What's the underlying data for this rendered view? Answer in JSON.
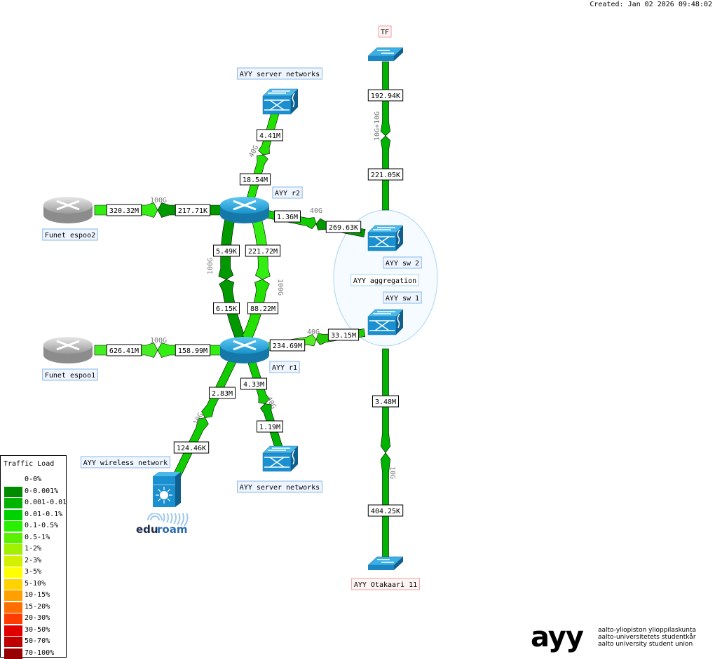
{
  "header": {
    "created": "Created: Jan 02 2026 09:48:02"
  },
  "nodes": {
    "tf": {
      "label": "TF",
      "type": "switch-flat"
    },
    "server_top": {
      "label": "AYY server networks",
      "type": "switch"
    },
    "r2": {
      "label": "AYY r2",
      "type": "router"
    },
    "r1": {
      "label": "AYY r1",
      "type": "router"
    },
    "funet2": {
      "label": "Funet espoo2",
      "type": "router-grey"
    },
    "funet1": {
      "label": "Funet espoo1",
      "type": "router-grey"
    },
    "sw2": {
      "label": "AYY sw 2",
      "type": "switch"
    },
    "sw1": {
      "label": "AYY sw 1",
      "type": "switch"
    },
    "aggregation": {
      "label": "AYY aggregation"
    },
    "wireless": {
      "label": "AYY wireless network",
      "type": "wireless-controller"
    },
    "server_bottom": {
      "label": "AYY server networks",
      "type": "switch"
    },
    "otakaari": {
      "label": "AYY Otakaari 11",
      "type": "switch-flat"
    },
    "eduroam": {
      "label_a": "edu",
      "label_b": "roam"
    }
  },
  "links": {
    "tf_sw2": {
      "bandwidth": "10G+10G",
      "in": "192.94K",
      "out": "221.05K",
      "color_a": "#00b300",
      "color_b": "#00b300"
    },
    "server_r2": {
      "bandwidth": "40G",
      "in": "4.41M",
      "out": "18.54M",
      "color_a": "#22e000",
      "color_b": "#22e000"
    },
    "funet2_r2": {
      "bandwidth": "100G",
      "in": "320.32M",
      "out": "217.71K",
      "color_a": "#33ee11",
      "color_b": "#009900"
    },
    "r2_sw2": {
      "bandwidth": "40G",
      "in": "1.36M",
      "out": "269.63K",
      "color_a": "#11cc00",
      "color_b": "#009900"
    },
    "r2_r1_a": {
      "bandwidth": "100G",
      "in": "5.49K",
      "out": "6.15K",
      "color_a": "#009900",
      "color_b": "#009900"
    },
    "r2_r1_b": {
      "bandwidth": "100G",
      "in": "221.72M",
      "out": "88.22M",
      "color_a": "#33ee11",
      "color_b": "#22e000"
    },
    "funet1_r1": {
      "bandwidth": "100G",
      "in": "626.41M",
      "out": "158.99M",
      "color_a": "#44ee22",
      "color_b": "#33ee11"
    },
    "r1_sw1": {
      "bandwidth": "40G",
      "in": "234.69M",
      "out": "33.15M",
      "color_a": "#55ee22",
      "color_b": "#22cc00"
    },
    "r1_wireless": {
      "bandwidth": "10G",
      "in": "2.83M",
      "out": "124.46K",
      "color_a": "#11cc00",
      "color_b": "#11cc00"
    },
    "r1_server": {
      "bandwidth": "40G",
      "in": "4.33M",
      "out": "1.19M",
      "color_a": "#11cc00",
      "color_b": "#00b300"
    },
    "sw1_otakaari": {
      "bandwidth": "10G",
      "in": "3.48M",
      "out": "404.25K",
      "color_a": "#00b300",
      "color_b": "#00b300"
    }
  },
  "legend": {
    "title": "Traffic Load",
    "items": [
      {
        "label": "0-0%",
        "color": ""
      },
      {
        "label": "0-0.001%",
        "color": "#008c00"
      },
      {
        "label": "0.001-0.01",
        "color": "#00b400"
      },
      {
        "label": "0.01-0.1%",
        "color": "#00d200"
      },
      {
        "label": "0.1-0.5%",
        "color": "#28f000"
      },
      {
        "label": "0.5-1%",
        "color": "#5af000"
      },
      {
        "label": "1-2%",
        "color": "#a0f000"
      },
      {
        "label": "2-3%",
        "color": "#d2f000"
      },
      {
        "label": "3-5%",
        "color": "#ffff00"
      },
      {
        "label": "5-10%",
        "color": "#ffd200"
      },
      {
        "label": "10-15%",
        "color": "#ffa000"
      },
      {
        "label": "15-20%",
        "color": "#ff6e00"
      },
      {
        "label": "20-30%",
        "color": "#ff3c00"
      },
      {
        "label": "30-50%",
        "color": "#e10000"
      },
      {
        "label": "50-70%",
        "color": "#c00000"
      },
      {
        "label": "70-100%",
        "color": "#960000"
      }
    ]
  },
  "logo": {
    "mark": "ayy",
    "lines": [
      "aalto-yliopiston ylioppilaskunta",
      "aalto-universitetets studentkår",
      "aalto university student union"
    ]
  },
  "colors": {
    "label_border_blue": "#8ab8e8",
    "label_fill_blue": "#eef5ff",
    "label_border_red": "#f0a0a0",
    "label_fill_red": "#fff4f4",
    "node_blue": "#1a8fd0"
  }
}
